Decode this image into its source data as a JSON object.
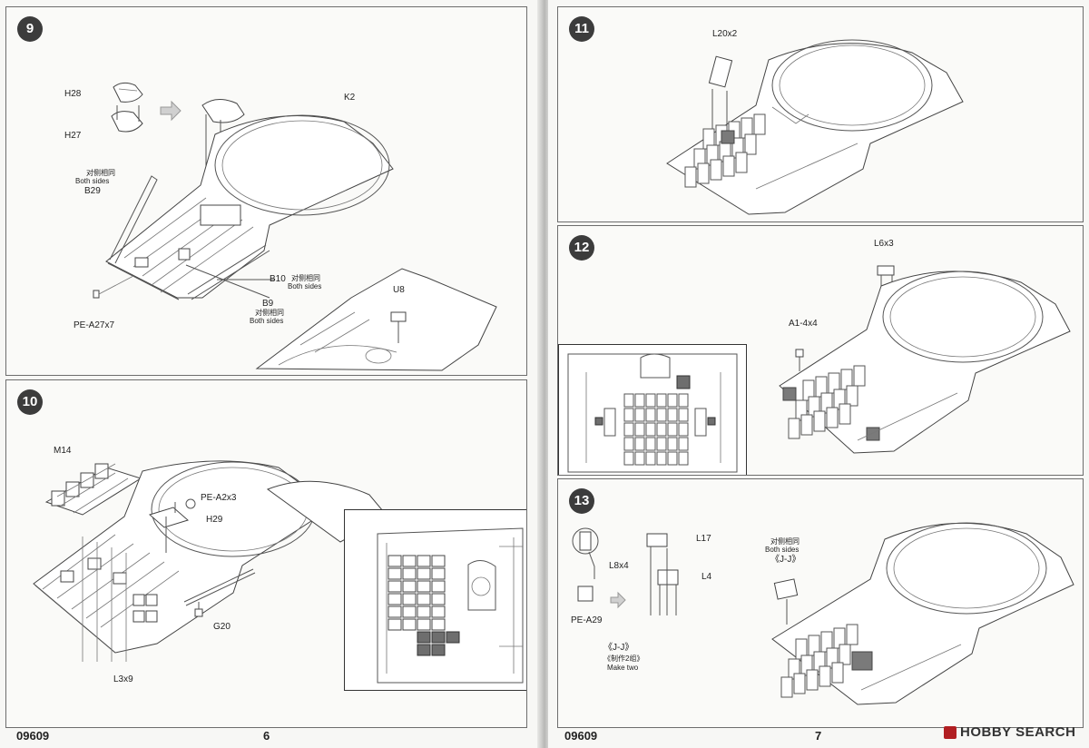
{
  "left_page": {
    "steps": [
      {
        "number": "9",
        "labels": {
          "h28": "H28",
          "h27": "H27",
          "k2": "K2",
          "both_sides_cn_1": "对侧相同",
          "both_sides_en_1": "Both sides",
          "b29": "B29",
          "b10": "B10",
          "both_sides_cn_2": "对侧相同",
          "both_sides_en_2": "Both sides",
          "b9": "B9",
          "both_sides_cn_3": "对侧相同",
          "both_sides_en_3": "Both sides",
          "pe_a27": "PE-A27x7",
          "u8": "U8"
        }
      },
      {
        "number": "10",
        "labels": {
          "m14": "M14",
          "pe_a2": "PE-A2x3",
          "h29": "H29",
          "g20": "G20",
          "l3": "L3x9"
        }
      }
    ],
    "footer": {
      "code": "09609",
      "page": "6"
    }
  },
  "right_page": {
    "steps": [
      {
        "number": "11",
        "labels": {
          "l20": "L20x2"
        }
      },
      {
        "number": "12",
        "labels": {
          "l6": "L6x3",
          "a1": "A1-4x4"
        }
      },
      {
        "number": "13",
        "labels": {
          "l17": "L17",
          "l8": "L8x4",
          "l4": "L4",
          "pe_a29": "PE-A29",
          "jj_1": "《J-J》",
          "make_two_cn": "《制作2组》",
          "make_two_en": "Make two",
          "both_sides_cn": "对侧相同",
          "both_sides_en": "Both sides",
          "jj_2": "《J-J》"
        }
      }
    ],
    "footer": {
      "code": "09609",
      "page": "7"
    }
  },
  "watermark": {
    "brand": "HOBBY SEARCH",
    "icon": "hobby-search-logo-icon"
  },
  "colors": {
    "paper": "#f7f7f5",
    "ink": "#333333",
    "step_badge": "#3c3c3c",
    "brand_red": "#b11e22"
  }
}
